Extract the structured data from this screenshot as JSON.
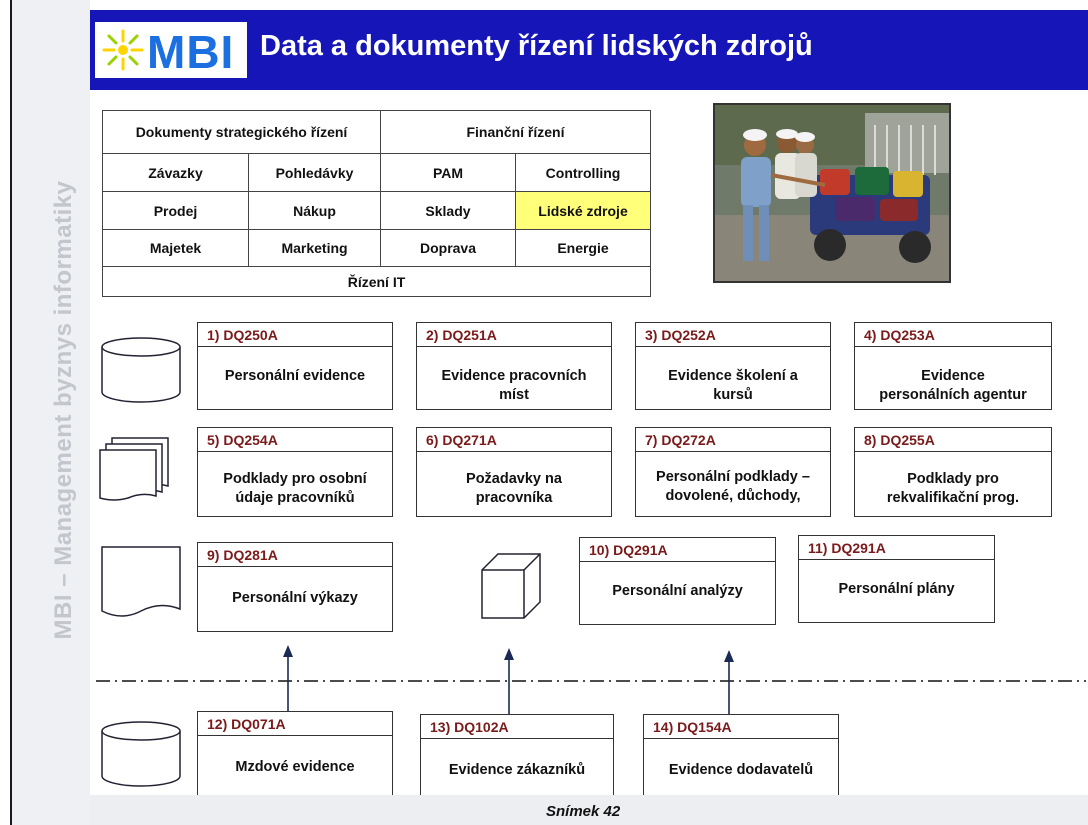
{
  "sidebar": {
    "text": "MBI – Management byznys informatiky"
  },
  "header": {
    "logo": "MBI",
    "title": "Data a dokumenty řízení lidských zdrojů"
  },
  "grid": {
    "row1": [
      "Dokumenty strategického řízení",
      "Finanční řízení"
    ],
    "row2": [
      "Závazky",
      "Pohledávky",
      "PAM",
      "Controlling"
    ],
    "row3": [
      "Prodej",
      "Nákup",
      "Sklady",
      "Lidské zdroje"
    ],
    "row4": [
      "Majetek",
      "Marketing",
      "Doprava",
      "Energie"
    ],
    "row5": "Řízení IT"
  },
  "boxes": [
    {
      "code": "1) DQ250A",
      "name": "Personální evidence"
    },
    {
      "code": "2) DQ251A",
      "name": "Evidence pracovních míst"
    },
    {
      "code": "3) DQ252A",
      "name": "Evidence školení a kursů"
    },
    {
      "code": "4) DQ253A",
      "name": "Evidence personálních agentur"
    },
    {
      "code": "5) DQ254A",
      "name": "Podklady pro osobní údaje pracovníků"
    },
    {
      "code": "6) DQ271A",
      "name": "Požadavky na pracovníka"
    },
    {
      "code": "7) DQ272A",
      "name": "Personální podklady – dovolené, důchody,"
    },
    {
      "code": "8) DQ255A",
      "name": "Podklady pro rekvalifikační prog."
    },
    {
      "code": "9) DQ281A",
      "name": "Personální výkazy"
    },
    {
      "code": "10) DQ291A",
      "name": "Personální analýzy"
    },
    {
      "code": "11) DQ291A",
      "name": "Personální plány"
    },
    {
      "code": "12) DQ071A",
      "name": "Mzdové evidence"
    },
    {
      "code": "13) DQ102A",
      "name": "Evidence zákazníků"
    },
    {
      "code": "14) DQ154A",
      "name": "Evidence dodavatelů"
    }
  ],
  "footer": {
    "slide": "Snímek  42"
  },
  "colors": {
    "header_bg": "#1616b8",
    "code_text": "#7a1a1a",
    "highlight": "#ffff7a"
  }
}
